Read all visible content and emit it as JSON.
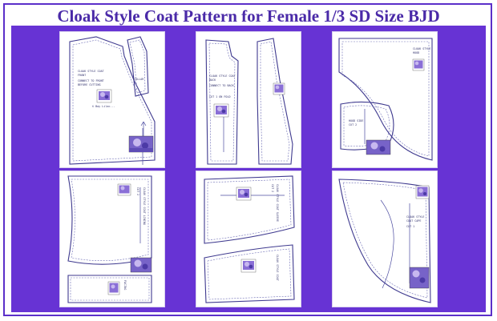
{
  "title": "Cloak Style Coat Pattern for Female 1/3 SD Size BJD",
  "colors": {
    "accent": "#5b2fc9",
    "panel": "#6733d4",
    "title": "#4a2aa8",
    "ink": "#3f3a8f",
    "flower_a": "#8a6fd6",
    "flower_b": "#c7b8ef"
  },
  "sheets": [
    {
      "id": "sheet-1",
      "content": "front-and-collar-pattern-pieces"
    },
    {
      "id": "sheet-2",
      "content": "back-and-side-pattern-pieces"
    },
    {
      "id": "sheet-3",
      "content": "hood-pattern-pieces"
    },
    {
      "id": "sheet-4",
      "content": "lining-and-facing-pattern-pieces"
    },
    {
      "id": "sheet-5",
      "content": "sleeve-band-pattern-pieces"
    },
    {
      "id": "sheet-6",
      "content": "cape-pattern-piece"
    }
  ]
}
